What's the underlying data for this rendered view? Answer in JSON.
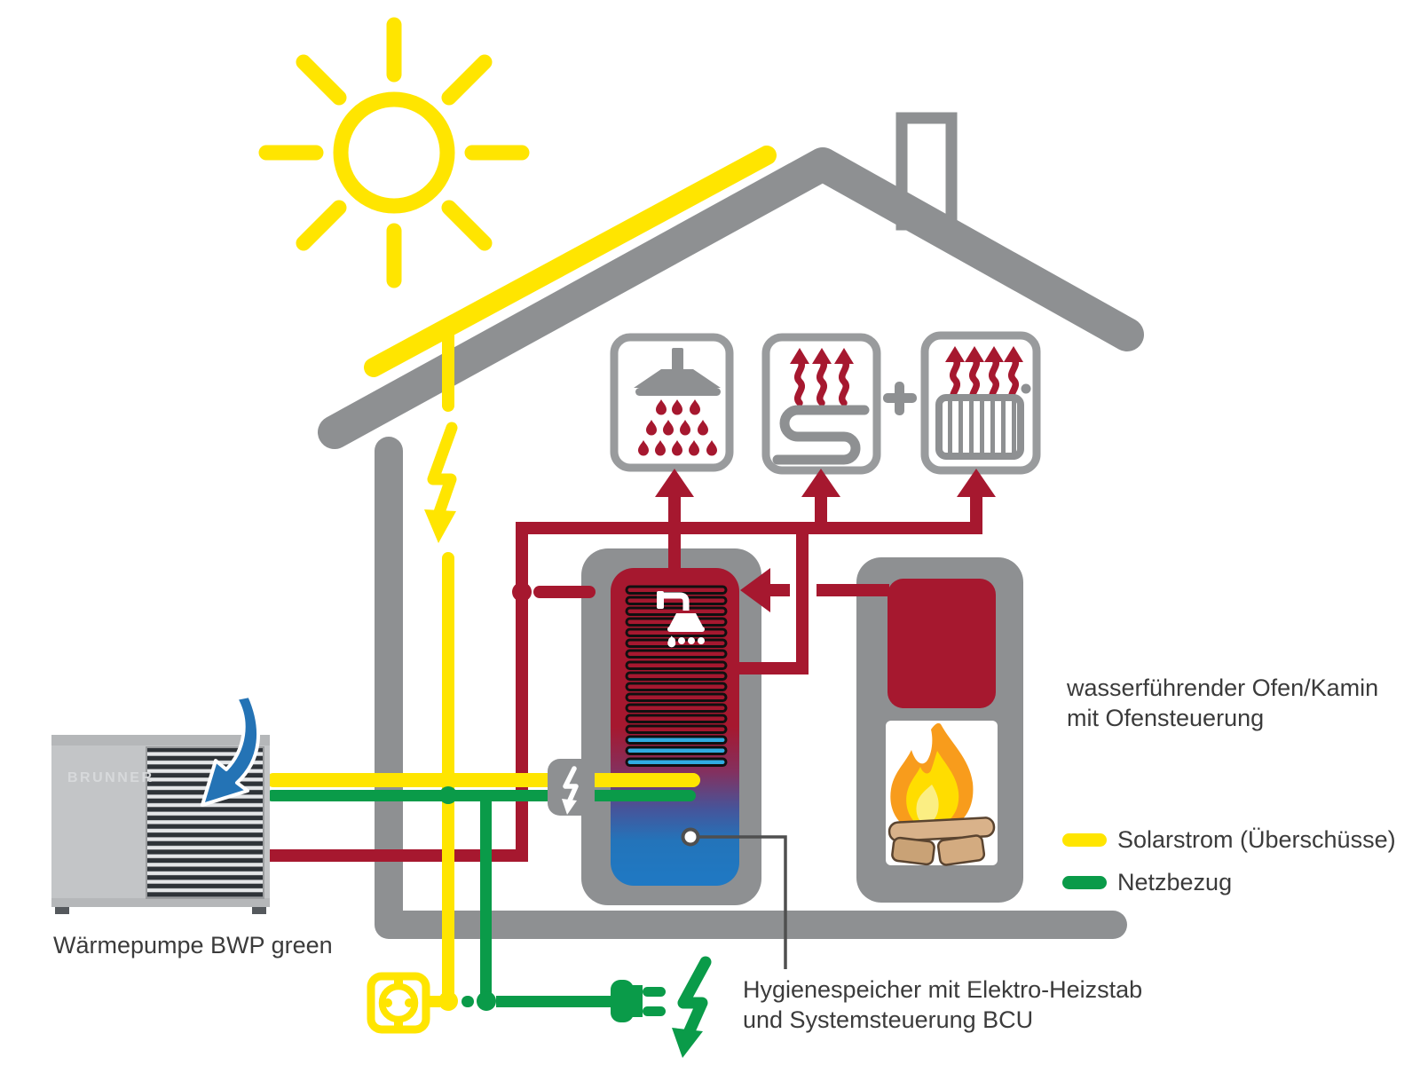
{
  "heat_pump": {
    "brand": "BRUNNER",
    "label": "Wärmepumpe BWP green"
  },
  "stove": {
    "label_line1": "wasserführender Ofen/Kamin",
    "label_line2": "mit Ofensteuerung"
  },
  "storage": {
    "label_line1": "Hygienespeicher mit Elektro-Heizstab",
    "label_line2": "und Systemsteuerung BCU"
  },
  "legend": {
    "items": [
      {
        "id": "solar",
        "label": "Solarstrom (Überschüsse)",
        "color": "#ffe500"
      },
      {
        "id": "grid",
        "label": "Netzbezug",
        "color": "#0a9b49"
      }
    ]
  },
  "icons": [
    "sun-icon",
    "roof",
    "chimney-icon",
    "solar-panel-line",
    "lightning-icon",
    "shower-icon",
    "underfloor-heating-icon",
    "radiator-icon",
    "plus-icon",
    "buffer-tank",
    "heating-coil",
    "electric-heating-rod",
    "power-connector-icon",
    "sensor-dot",
    "stove-fireplace",
    "fire-icon",
    "wood-logs-icon",
    "heat-pump-unit",
    "air-intake-arrow-icon",
    "socket-icon",
    "plug-icon",
    "grid-lightning-icon"
  ],
  "colors": {
    "solar_yellow": "#ffe500",
    "grid_green": "#0a9b49",
    "heating_red": "#a6182f",
    "structure_gray": "#8e9092",
    "tank_blue": "#1f79c4",
    "coil_light_blue": "#30abe2",
    "air_arrow_blue": "#2473b5",
    "text": "#3b3b3b"
  }
}
